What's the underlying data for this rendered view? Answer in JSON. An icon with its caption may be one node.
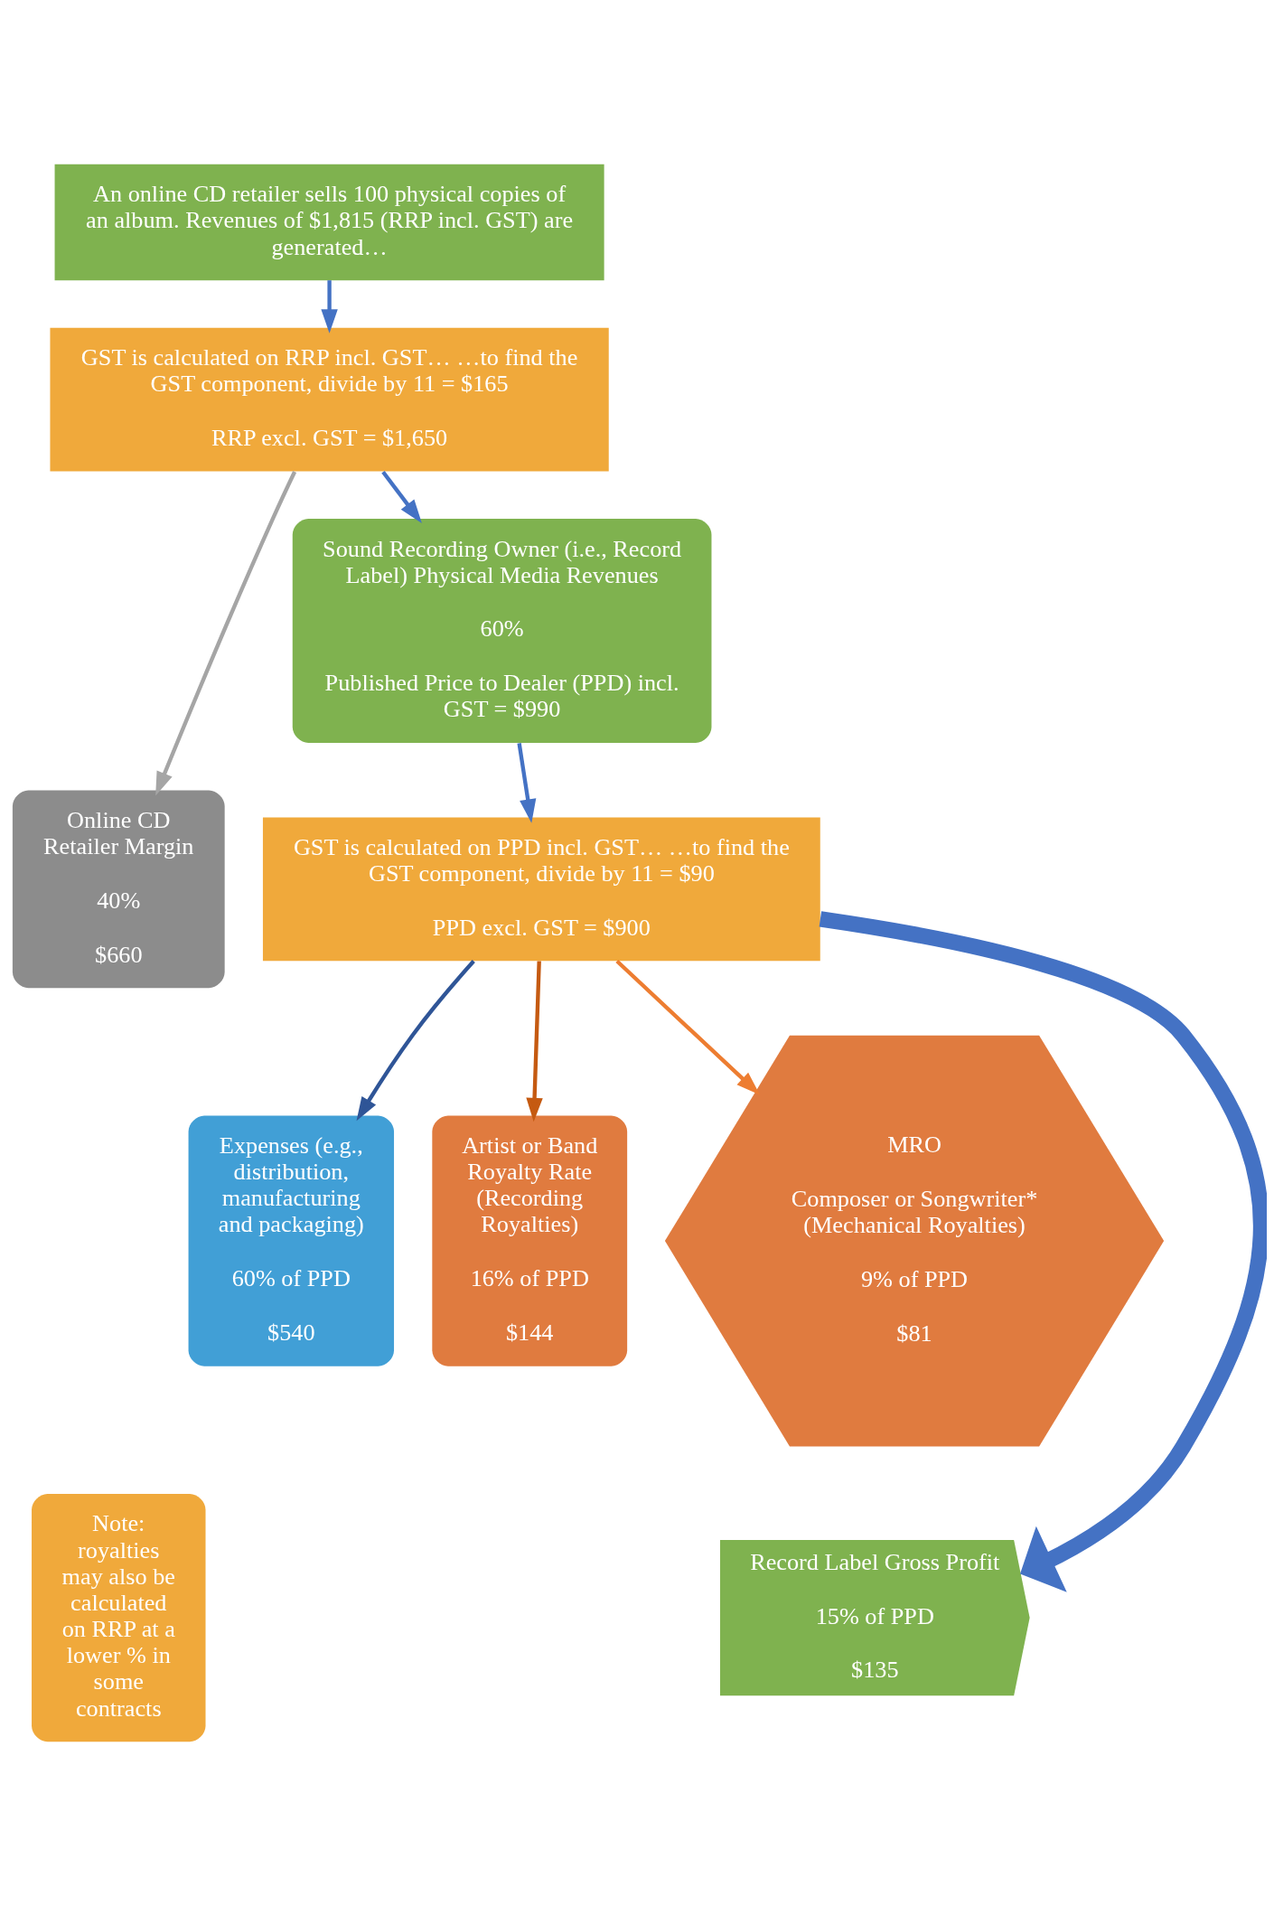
{
  "diagram": {
    "nodes": [
      {
        "text": [
          "An online CD retailer sells 100 physical copies of an album. Revenues of $1,815 (RRP incl. GST) are generated…"
        ]
      },
      {
        "text": [
          "GST is calculated on RRP incl. GST… …to find the GST component, divide by 11 = $165",
          "RRP excl. GST = $1,650"
        ]
      },
      {
        "text": [
          "Online CD Retailer Margin",
          "40%",
          "$660"
        ]
      },
      {
        "text": [
          "Sound Recording Owner (i.e., Record Label) Physical Media Revenues",
          "60%",
          "Published Price to Dealer (PPD) incl. GST = $990"
        ]
      },
      {
        "text": [
          "GST is calculated on PPD incl. GST… …to find the GST component, divide by 11 = $90",
          "PPD excl. GST = $900"
        ]
      },
      {
        "text": [
          "Expenses (e.g., distribution, manufacturing and packaging)",
          "60% of PPD",
          "$540"
        ]
      },
      {
        "text": [
          "Artist or Band Royalty Rate (Recording Royalties)",
          "16% of PPD",
          "$144"
        ]
      },
      {
        "text": [
          "MRO",
          "Composer or Songwriter* (Mechanical Royalties)",
          "9% of PPD",
          "$81"
        ]
      },
      {
        "text": [
          "Record Label Gross Profit",
          "15% of PPD",
          "$135"
        ]
      },
      {
        "text": [
          "Note: royalties may also be calculated on RRP at a lower % in some contracts"
        ]
      }
    ],
    "edges": [
      {
        "from": 0,
        "to": 1,
        "arrow": "to"
      },
      {
        "from": 1,
        "to": 2,
        "arrow": "to",
        "color": "#a5a5a5"
      },
      {
        "from": 1,
        "to": 3,
        "arrow": "to"
      },
      {
        "from": 3,
        "to": 4,
        "arrow": "to"
      },
      {
        "from": 4,
        "to": 5,
        "arrow": "to",
        "color": "#2f5597"
      },
      {
        "from": 4,
        "to": 6,
        "arrow": "to",
        "color": "#c55a11"
      },
      {
        "from": 4,
        "to": 7,
        "arrow": "to",
        "color": "#ed7d31"
      },
      {
        "from": 4,
        "to": 8,
        "arrow": "to",
        "style": "thick"
      }
    ]
  }
}
